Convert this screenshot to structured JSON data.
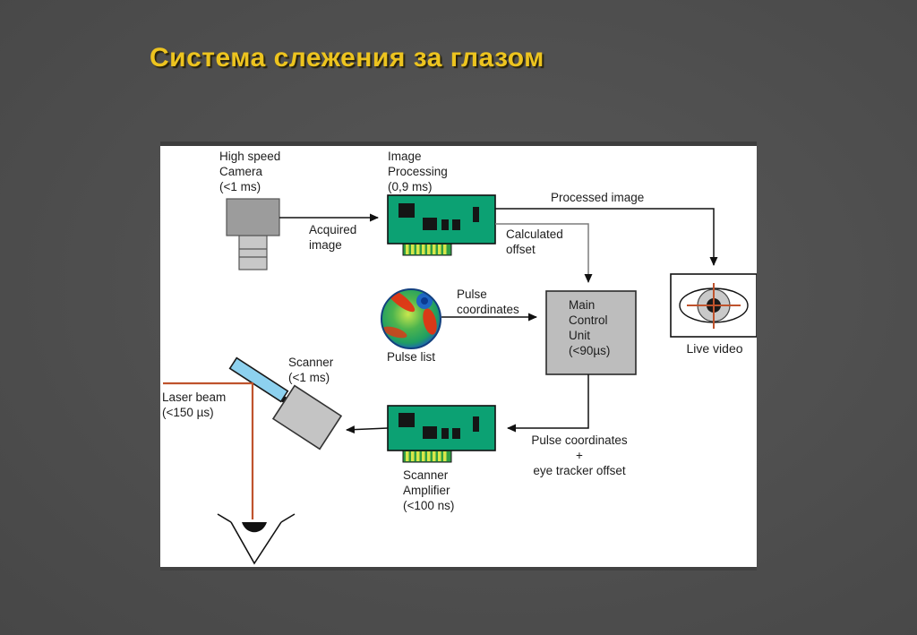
{
  "slide": {
    "title": "Система слежения за глазом"
  },
  "colors": {
    "background": "#4c4c4c",
    "title": "#edc41f",
    "board_green": "#0ca173",
    "laser_orange": "#bf532d",
    "box_gray": "#bdbdbd",
    "mirror_blue": "#8dd1ef"
  },
  "diagram": {
    "camera_label": [
      "High speed",
      "Camera",
      "(<1 ms)"
    ],
    "acquired_image": [
      "Acquired",
      "image"
    ],
    "image_processing": [
      "Image",
      "Processing",
      "(0,9 ms)"
    ],
    "processed_image": "Processed image",
    "calculated_offset": [
      "Calculated",
      "offset"
    ],
    "main_control_unit": [
      "Main",
      "Control",
      "Unit",
      "(<90µs)"
    ],
    "pulse_list": "Pulse list",
    "pulse_coordinates": [
      "Pulse",
      "coordinates"
    ],
    "feedback": [
      "Pulse coordinates",
      "+",
      "eye tracker offset"
    ],
    "scanner_amplifier": [
      "Scanner",
      "Amplifier",
      "(<100 ns)"
    ],
    "scanner": [
      "Scanner",
      "(<1 ms)"
    ],
    "laser_beam": [
      "Laser beam",
      "(<150 µs)"
    ],
    "live_video": "Live video"
  }
}
